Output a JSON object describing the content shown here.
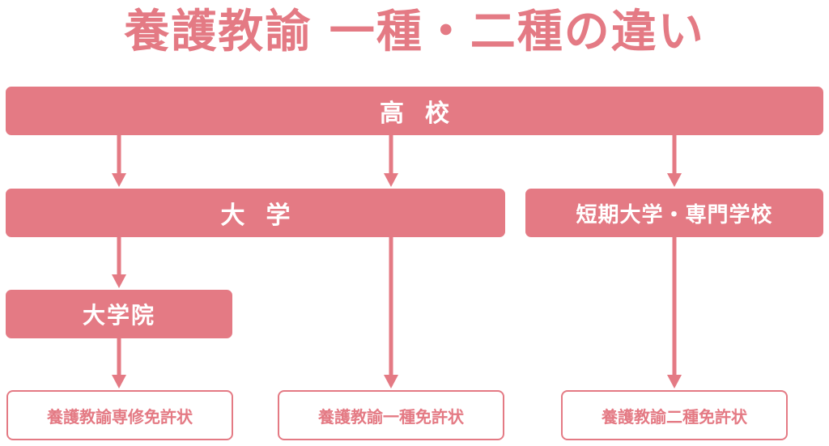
{
  "title": "養護教諭 一種・二種の違い",
  "nodes": {
    "high_school": "高校",
    "university": "大学",
    "junior_college": "短期大学・専門学校",
    "graduate_school": "大学院"
  },
  "licenses": {
    "specialized": "養護教諭専修免許状",
    "first_class": "養護教諭一種免許状",
    "second_class": "養護教諭二種免許状"
  },
  "colors": {
    "accent": "#e47a84",
    "background": "#ffffff",
    "box_text": "#ffffff"
  }
}
